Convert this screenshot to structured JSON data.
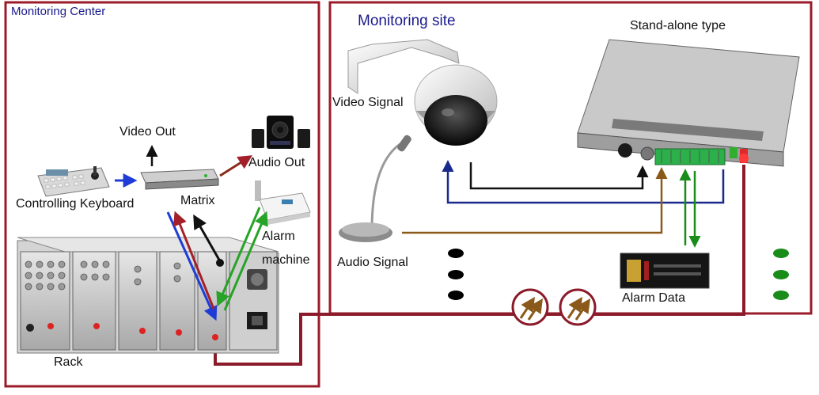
{
  "colors": {
    "frame": "#9b1b2a",
    "fiber": "#8b1a2a",
    "video": "#111111",
    "control": "#1a2a8c",
    "audio": "#8b2a1a",
    "audio_out": "#8b2a1a",
    "alarm": "#1a8c1a",
    "dots_black": "#000000",
    "dots_green": "#1a8c1a",
    "title_blue": "#1a1a8c",
    "blue_arrow": "#1f3cd6",
    "green_arrow": "#27a327",
    "red_arrow": "#a3202a",
    "connector_brown": "#8b5a1a"
  },
  "center": {
    "title": "Monitoring Center",
    "labels": {
      "video_out": "Video Out",
      "audio_out": "Audio Out",
      "controlling_keyboard": "Controlling Keyboard",
      "matrix": "Matrix",
      "alarm_machine_line1": "Alarm",
      "alarm_machine_line2": "machine",
      "rack": "Rack"
    }
  },
  "site": {
    "title": "Monitoring site",
    "labels": {
      "stand_alone": "Stand-alone type",
      "video_signal": "Video Signal",
      "audio_signal": "Audio Signal",
      "alarm_data": "Alarm Data"
    }
  },
  "icons": {
    "keyboard": "controller-keyboard-icon",
    "matrix": "video-matrix-icon",
    "speakers": "speaker-set-icon",
    "alarm": "alarm-machine-icon",
    "rack": "equipment-rack-icon",
    "camera": "dome-camera-icon",
    "microphone": "microphone-icon",
    "converter": "fiber-converter-icon",
    "alarm_panel": "alarm-panel-icon",
    "fiber_link": "fiber-arrow-icon"
  }
}
